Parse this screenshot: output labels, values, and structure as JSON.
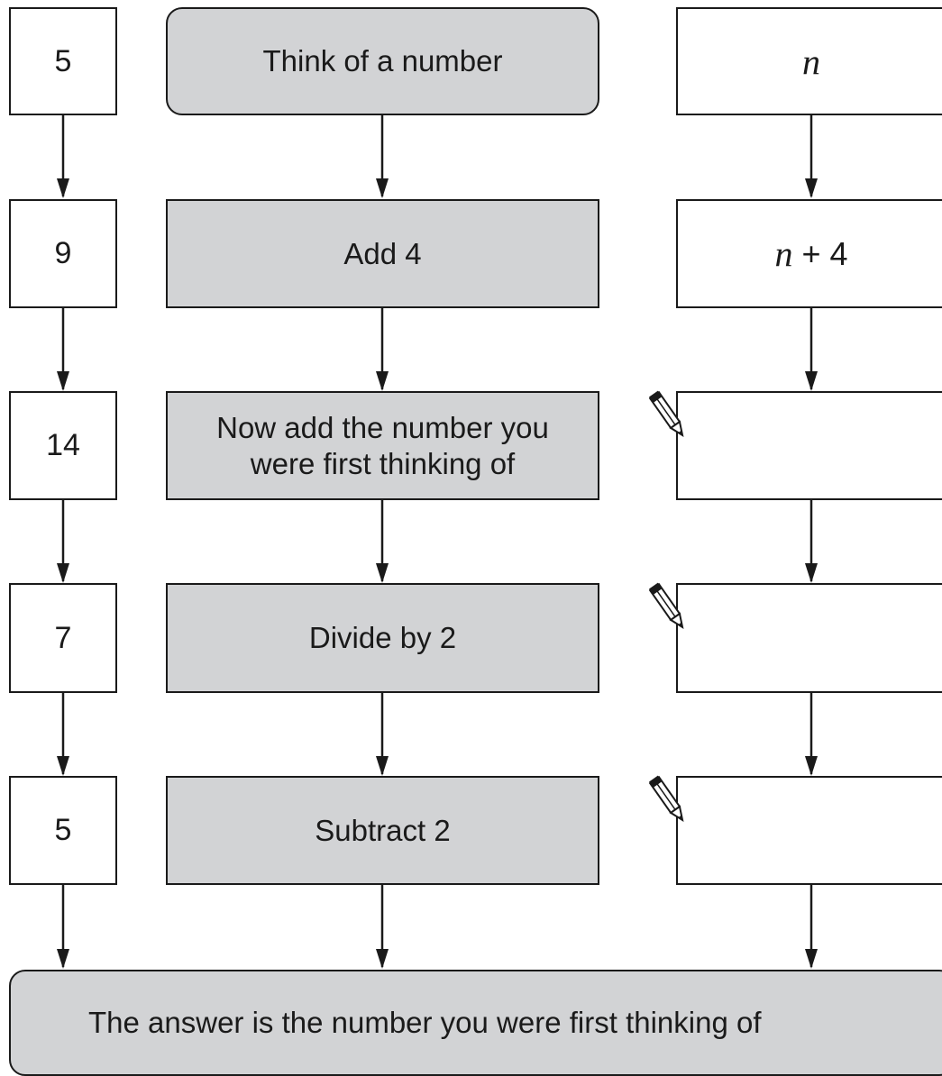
{
  "left_column": {
    "values": [
      "5",
      "9",
      "14",
      "7",
      "5"
    ]
  },
  "middle_column": {
    "steps": [
      "Think of a number",
      "Add 4",
      "Now add the number you were first thinking of",
      "Divide by 2",
      "Subtract 2"
    ]
  },
  "right_column": {
    "row1": {
      "var": "n",
      "rest": ""
    },
    "row2": {
      "var": "n",
      "rest": " + 4"
    },
    "answer_boxes": [
      "",
      "",
      ""
    ],
    "pencil_icon": "pencil-icon"
  },
  "final": {
    "text": "The answer is the number you were first thinking of"
  },
  "colors": {
    "step_fill": "#d2d3d5",
    "box_fill": "#ffffff",
    "line": "#1a1a1a"
  }
}
